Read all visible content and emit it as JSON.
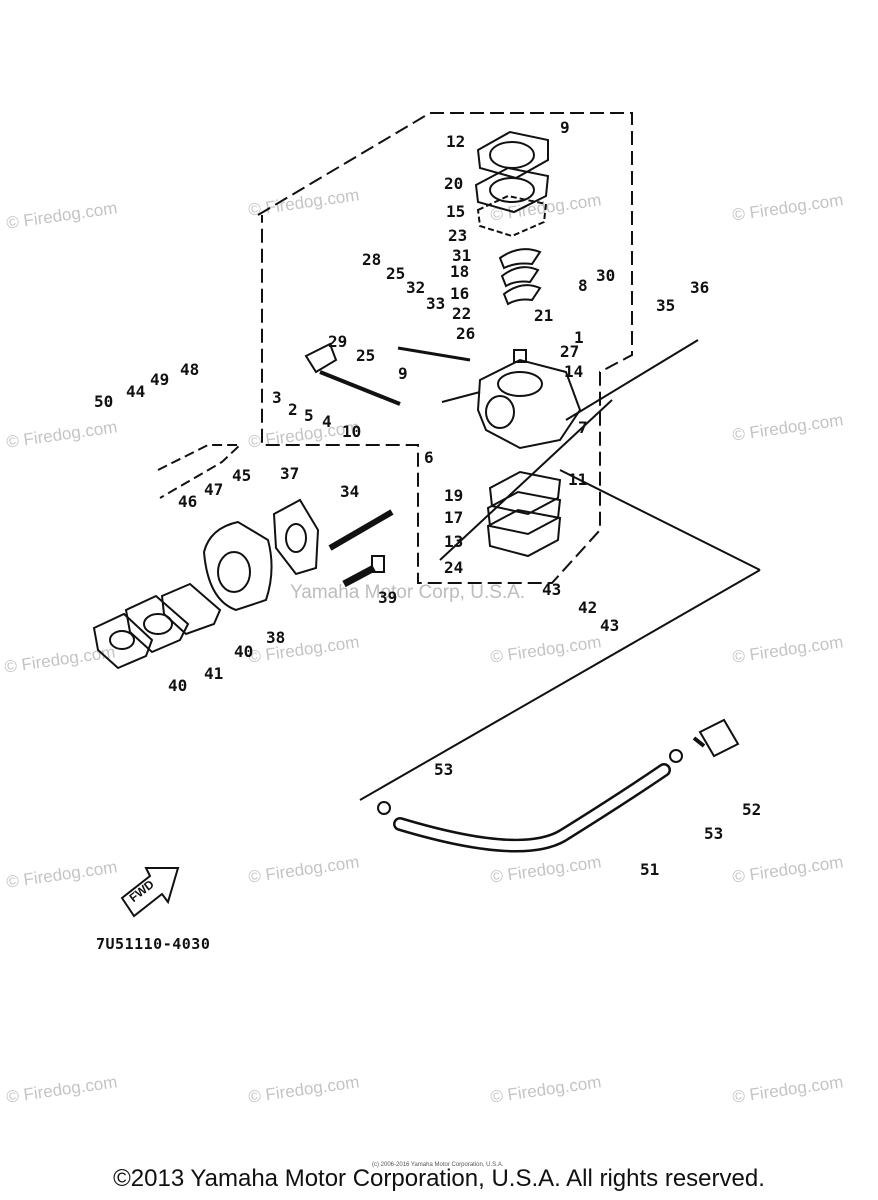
{
  "watermarks": [
    "© Firedog.com",
    "© Firedog.com",
    "© Firedog.com",
    "© Firedog.com",
    "© Firedog.com",
    "© Firedog.com",
    "© Firedog.com",
    "© Firedog.com",
    "© Firedog.com",
    "© Firedog.com",
    "© Firedog.com",
    "© Firedog.com",
    "© Firedog.com",
    "© Firedog.com",
    "© Firedog.com",
    "© Firedog.com",
    "© Firedog.com",
    "© Firedog.com",
    "© Firedog.com"
  ],
  "center_watermark": "Yamaha Motor Corp, U.S.A.",
  "part_labels": [
    "1",
    "2",
    "3",
    "4",
    "5",
    "6",
    "7",
    "8",
    "9",
    "9",
    "10",
    "11",
    "12",
    "13",
    "14",
    "15",
    "16",
    "17",
    "18",
    "19",
    "20",
    "21",
    "22",
    "23",
    "24",
    "25",
    "25",
    "26",
    "27",
    "28",
    "29",
    "30",
    "31",
    "32",
    "33",
    "34",
    "35",
    "36",
    "37",
    "38",
    "39",
    "40",
    "40",
    "41",
    "42",
    "43",
    "43",
    "44",
    "45",
    "46",
    "47",
    "48",
    "49",
    "50",
    "51",
    "52",
    "53",
    "53"
  ],
  "direction_marker": "FWD",
  "diagram_code": "7U51110-4030",
  "fine_print": "(c) 2006-2016 Yamaha Motor Corporation, U.S.A.",
  "copyright": "©2013 Yamaha Motor Corporation, U.S.A. All rights reserved."
}
